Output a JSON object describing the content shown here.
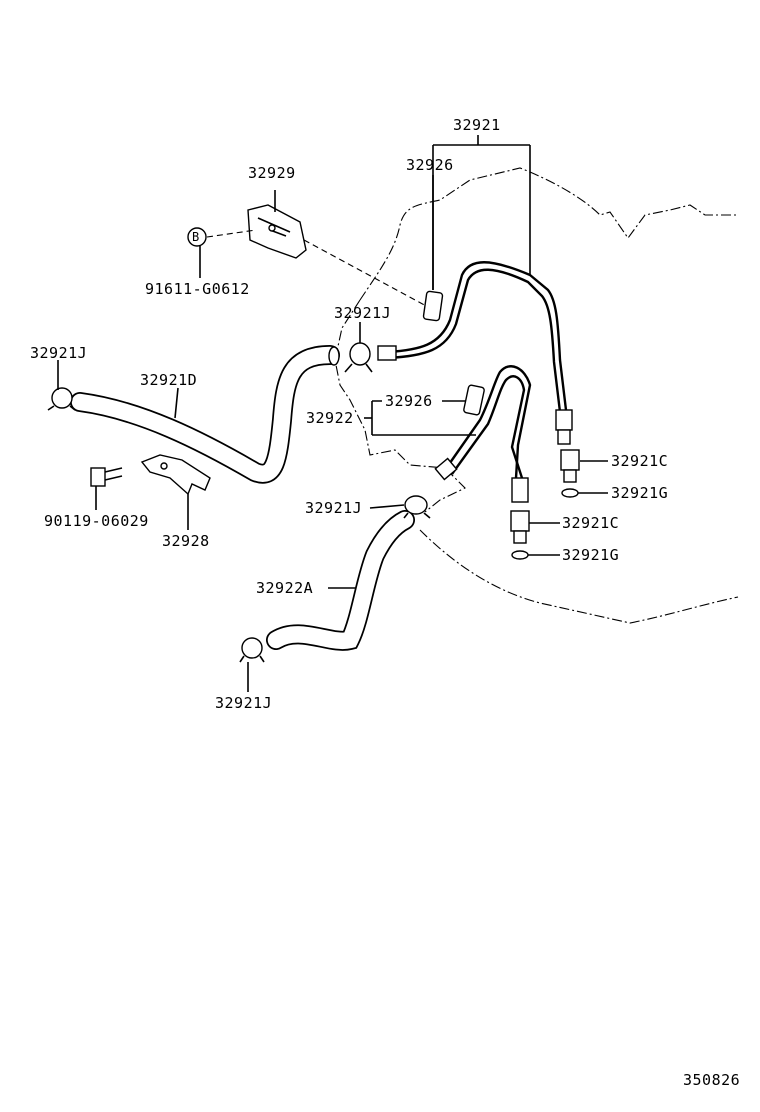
{
  "callouts": {
    "p32921": "32921",
    "p32926_top": "32926",
    "p32929": "32929",
    "b_marker": "B",
    "p91611": "91611-G0612",
    "p32921J_upper": "32921J",
    "p32921J_left": "32921J",
    "p32921D": "32921D",
    "p32926_mid": "32926",
    "p32922": "32922",
    "p32921C_a": "32921C",
    "p32921G_a": "32921G",
    "p32921C_b": "32921C",
    "p32921G_b": "32921G",
    "p90119": "90119-06029",
    "p32928": "32928",
    "p32921J_mid": "32921J",
    "p32922A": "32922A",
    "p32921J_bottom": "32921J"
  },
  "figure_id": "350826"
}
